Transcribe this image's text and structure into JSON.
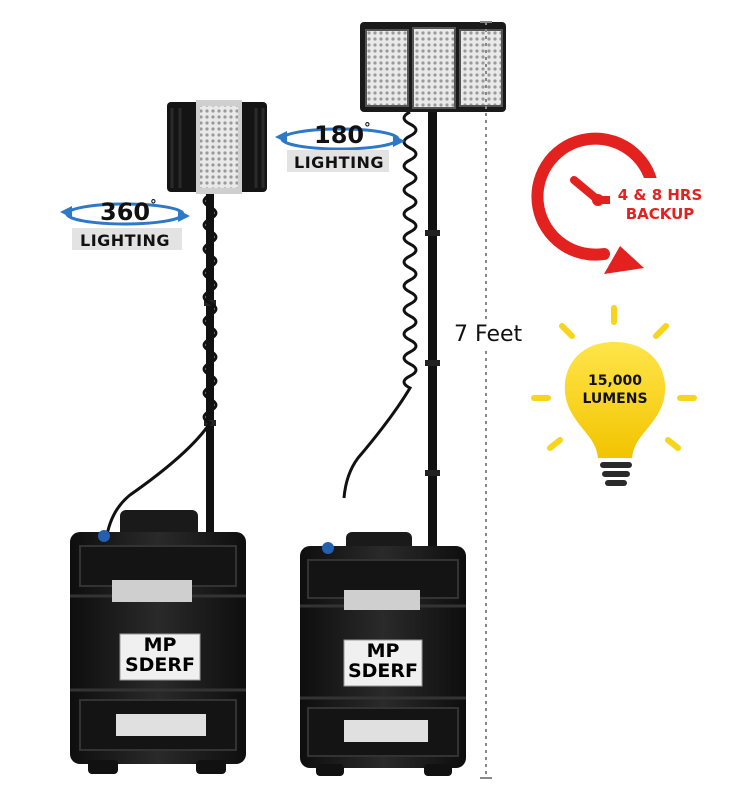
{
  "left_unit": {
    "rotation_value": "360",
    "rotation_unit": "°",
    "rotation_label": "LIGHTING",
    "plate_text_line1": "MP",
    "plate_text_line2": "SDERF"
  },
  "right_unit": {
    "rotation_value": "180",
    "rotation_unit": "°",
    "rotation_label": "LIGHTING",
    "plate_text_line1": "MP",
    "plate_text_line2": "SDERF"
  },
  "height_label": "7 Feet",
  "backup_badge": {
    "line1": "4 & 8 HRS",
    "line2": "BACKUP",
    "color": "#e3211f"
  },
  "lumens_badge": {
    "line1": "15,000",
    "line2": "LUMENS",
    "color": "#f7d51d"
  },
  "colors": {
    "case": "#1c1c1c",
    "arrow": "#2e78c8"
  }
}
